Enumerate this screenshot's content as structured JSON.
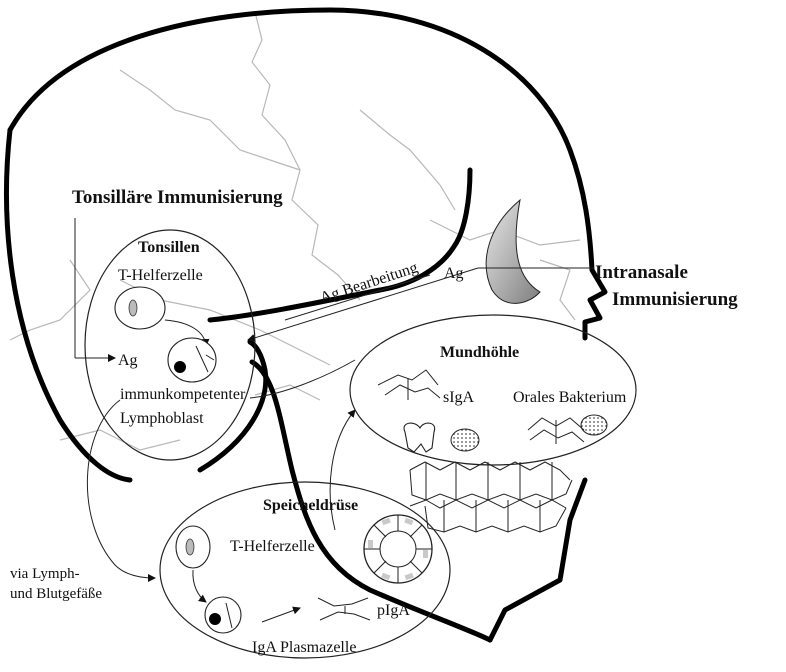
{
  "labels": {
    "tonsillar_immunization": "Tonsilläre Immunisierung",
    "tonsils": "Tonsillen",
    "t_helper_cell_tonsil": "T-Helferzelle",
    "ag_tonsil": "Ag",
    "immunocompetent": "immunkompetenter",
    "lymphoblast": "Lymphoblast",
    "ag_processing": "Ag Bearbeitung",
    "ag_nasal": "Ag",
    "intranasal_line1": "Intranasale",
    "intranasal_line2": "Immunisierung",
    "oral_cavity": "Mundhöhle",
    "siga": "sIgA",
    "oral_bacterium": "Orales Bakterium",
    "salivary_gland": "Speicheldrüse",
    "t_helper_cell_gland": "T-Helferzelle",
    "via_lymph_line1": "via Lymph-",
    "via_lymph_line2": "und Blutgefäße",
    "piga": "pIgA",
    "iga_plasma_cell": "IgA Plasmazelle"
  }
}
